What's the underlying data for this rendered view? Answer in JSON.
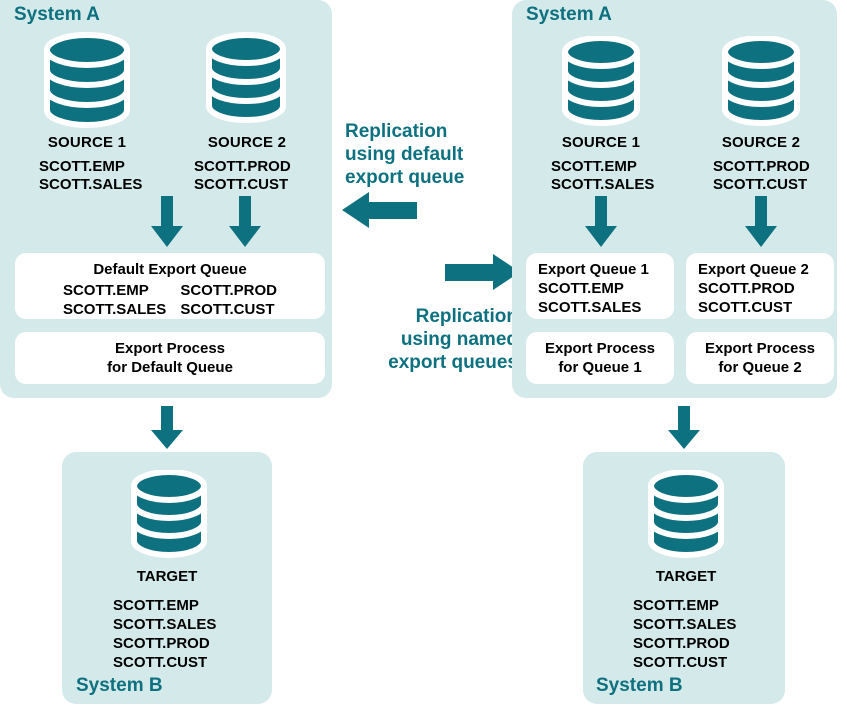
{
  "colors": {
    "panel_bg": "#d4e9e9",
    "accent_teal": "#0e7180",
    "box_bg": "#ffffff",
    "text": "#000000"
  },
  "left": {
    "system_a_label": "System A",
    "system_b_label": "System B",
    "sources": [
      {
        "name": "SOURCE 1",
        "tables": "SCOTT.EMP\nSCOTT.SALES"
      },
      {
        "name": "SOURCE 2",
        "tables": "SCOTT.PROD\nSCOTT.CUST"
      }
    ],
    "queue_box": {
      "title": "Default Export Queue",
      "col1": "SCOTT.EMP\nSCOTT.SALES",
      "col2": "SCOTT.PROD\nSCOTT.CUST"
    },
    "process_box": {
      "line1": "Export Process",
      "line2": "for Default Queue"
    },
    "target": {
      "name": "TARGET",
      "tables": "SCOTT.EMP\nSCOTT.SALES\nSCOTT.PROD\nSCOTT.CUST"
    }
  },
  "right": {
    "system_a_label": "System A",
    "system_b_label": "System B",
    "sources": [
      {
        "name": "SOURCE 1",
        "tables": "SCOTT.EMP\nSCOTT.SALES"
      },
      {
        "name": "SOURCE 2",
        "tables": "SCOTT.PROD\nSCOTT.CUST"
      }
    ],
    "queue_boxes": [
      {
        "title": "Export Queue 1",
        "tables": "SCOTT.EMP\nSCOTT.SALES"
      },
      {
        "title": "Export Queue 2",
        "tables": "SCOTT.PROD\nSCOTT.CUST"
      }
    ],
    "process_boxes": [
      {
        "line1": "Export Process",
        "line2": "for Queue 1"
      },
      {
        "line1": "Export Process",
        "line2": "for Queue 2"
      }
    ],
    "target": {
      "name": "TARGET",
      "tables": "SCOTT.EMP\nSCOTT.SALES\nSCOTT.PROD\nSCOTT.CUST"
    }
  },
  "middle": {
    "top_label": "Replication\nusing default\nexport queue",
    "bottom_label": "Replication\nusing named\nexport queues"
  }
}
